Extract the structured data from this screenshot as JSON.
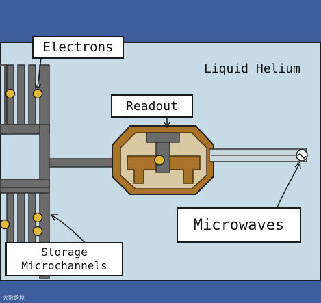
{
  "labels": {
    "electrons": "Electrons",
    "liquid_helium": "Liquid Helium",
    "readout": "Readout",
    "microwaves": "Microwaves",
    "storage_line1": "Storage",
    "storage_line2": "Microchannels"
  },
  "watermark": "大數跨境",
  "colors": {
    "frame": "#3d5f9e",
    "helium": "#c7dbe6",
    "channel": "#6b6b6b",
    "electron": "#e2b93a",
    "readout_outer": "#a9742a",
    "readout_inner": "#d9c9a3"
  },
  "icons": [
    "microwave-source-icon"
  ]
}
